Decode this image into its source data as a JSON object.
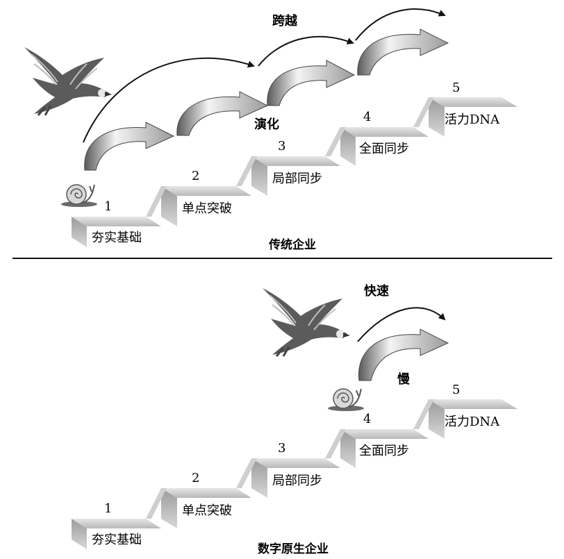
{
  "top_panel": {
    "caption": "传统企业",
    "label_leap": "跨越",
    "label_evolve": "演化",
    "steps": [
      {
        "number": "1",
        "label": "夯实基础"
      },
      {
        "number": "2",
        "label": "单点突破"
      },
      {
        "number": "3",
        "label": "局部同步"
      },
      {
        "number": "4",
        "label": "全面同步"
      },
      {
        "number": "5",
        "label": "活力DNA"
      }
    ]
  },
  "bottom_panel": {
    "caption": "数字原生企业",
    "label_fast": "快速",
    "label_slow": "慢",
    "steps": [
      {
        "number": "1",
        "label": "夯实基础"
      },
      {
        "number": "2",
        "label": "单点突破"
      },
      {
        "number": "3",
        "label": "局部同步"
      },
      {
        "number": "4",
        "label": "全面同步"
      },
      {
        "number": "5",
        "label": "活力DNA"
      }
    ]
  },
  "icons": [
    "eagle-icon",
    "snail-icon"
  ]
}
